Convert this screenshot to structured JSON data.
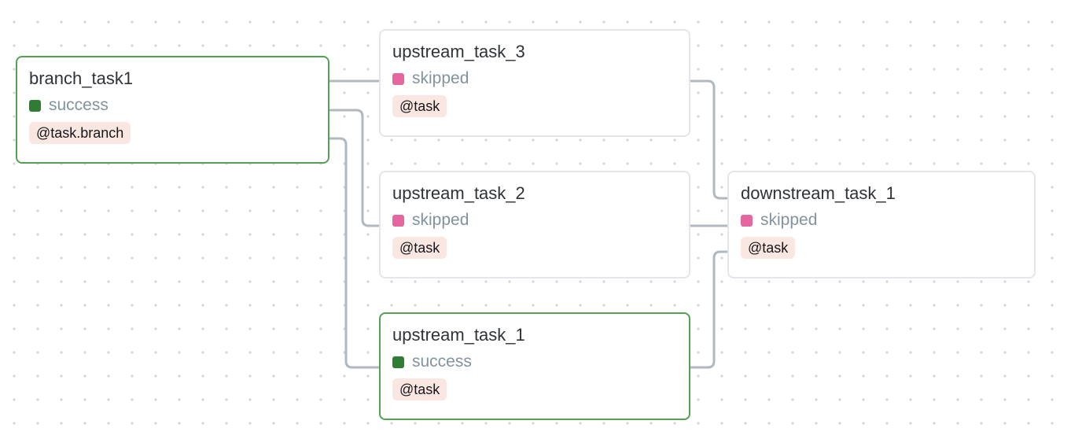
{
  "graph": {
    "nodes": [
      {
        "id": "branch_task1",
        "title": "branch_task1",
        "state": "success",
        "badge": "@task.branch",
        "state_color": "#2e7d32",
        "border_color": "#55a055"
      },
      {
        "id": "upstream_task_3",
        "title": "upstream_task_3",
        "state": "skipped",
        "badge": "@task",
        "state_color": "#e667a0",
        "border_color": "#e3e6ea"
      },
      {
        "id": "upstream_task_2",
        "title": "upstream_task_2",
        "state": "skipped",
        "badge": "@task",
        "state_color": "#e667a0",
        "border_color": "#e3e6ea"
      },
      {
        "id": "upstream_task_1",
        "title": "upstream_task_1",
        "state": "success",
        "badge": "@task",
        "state_color": "#2e7d32",
        "border_color": "#55a055"
      },
      {
        "id": "downstream_task_1",
        "title": "downstream_task_1",
        "state": "skipped",
        "badge": "@task",
        "state_color": "#e667a0",
        "border_color": "#e3e6ea"
      }
    ],
    "edges": [
      {
        "from": "branch_task1",
        "to": "upstream_task_3"
      },
      {
        "from": "branch_task1",
        "to": "upstream_task_2"
      },
      {
        "from": "branch_task1",
        "to": "upstream_task_1"
      },
      {
        "from": "upstream_task_3",
        "to": "downstream_task_1"
      },
      {
        "from": "upstream_task_2",
        "to": "downstream_task_1"
      },
      {
        "from": "upstream_task_1",
        "to": "downstream_task_1"
      }
    ]
  },
  "colors": {
    "edge": "#b1b8c0",
    "badge_bg": "#fbe7e2",
    "status_text": "#82929f",
    "success": "#2e7d32",
    "skipped": "#e667a0",
    "canvas_dot": "#d4d4d4"
  }
}
